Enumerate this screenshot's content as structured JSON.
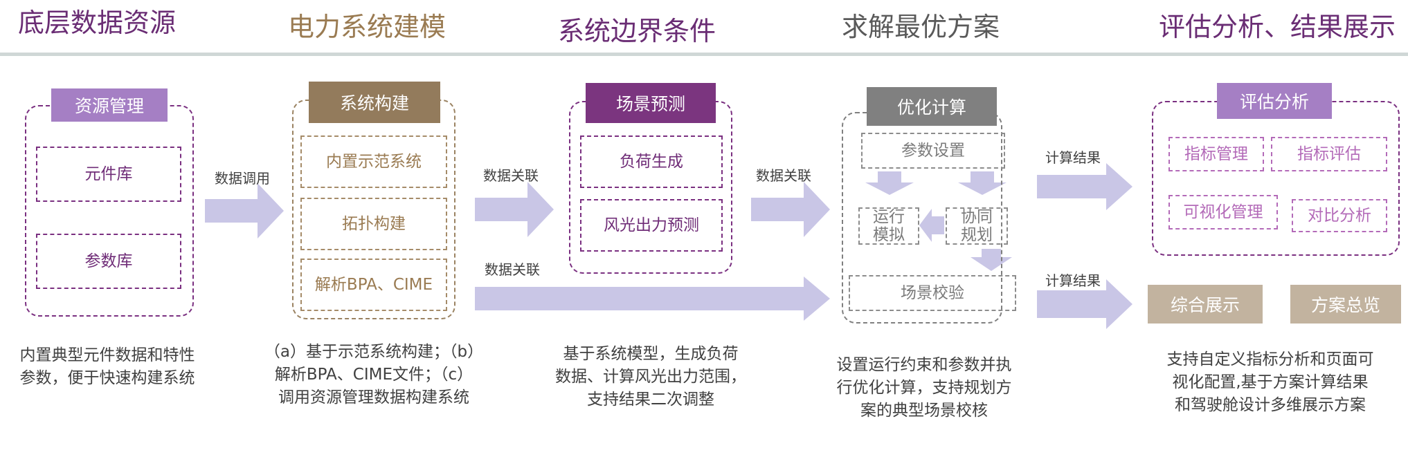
{
  "stages": [
    {
      "title": "底层数据资源",
      "color": "#6a2d74"
    },
    {
      "title": "电力系统建模",
      "color": "#9a7b52"
    },
    {
      "title": "系统边界条件",
      "color": "#6a2d74"
    },
    {
      "title": "求解最优方案",
      "color": "#595959"
    },
    {
      "title": "评估分析、结果展示",
      "color": "#6a2d74"
    }
  ],
  "col1": {
    "header": "资源管理",
    "items": [
      "元件库",
      "参数库"
    ],
    "desc": "内置典型元件数据和特性\n参数，便于快速构建系统"
  },
  "col2": {
    "header": "系统构建",
    "items": [
      "内置示范系统",
      "拓扑构建",
      "解析BPA、CIME"
    ],
    "desc": "（a）基于示范系统构建；（b）\n解析BPA、CIME文件；（c）\n调用资源管理数据构建系统"
  },
  "col3": {
    "header": "场景预测",
    "items": [
      "负荷生成",
      "风光出力预测"
    ],
    "desc": "基于系统模型，生成负荷\n数据、计算风光出力范围，\n支持结果二次调整"
  },
  "col4": {
    "header": "优化计算",
    "items": [
      "参数设置",
      "运行\n模拟",
      "协同\n规划",
      "场景校验"
    ],
    "desc": "设置运行约束和参数并执\n行优化计算，支持规划方\n案的典型场景校核"
  },
  "col5": {
    "header": "评估分析",
    "items": [
      "指标管理",
      "指标评估",
      "可视化管理",
      "对比分析"
    ],
    "boxes": [
      "综合展示",
      "方案总览"
    ],
    "desc": "支持自定义指标分析和页面可\n视化配置,基于方案计算结果\n和驾驶舱设计多维展示方案"
  },
  "arrow_labels": [
    "数据调用",
    "数据关联",
    "数据关联",
    "数据关联",
    "计算结果",
    "计算结果"
  ],
  "colors": {
    "purple": "#7a2f80",
    "header_purple_light": "#a57fc4",
    "header_purple_dark": "#7b357f",
    "brown": "#937b5c",
    "gray": "#808080",
    "tan": "#c2b39f",
    "arrow": "#c9c6e6",
    "rule": "#cfd7d6"
  }
}
